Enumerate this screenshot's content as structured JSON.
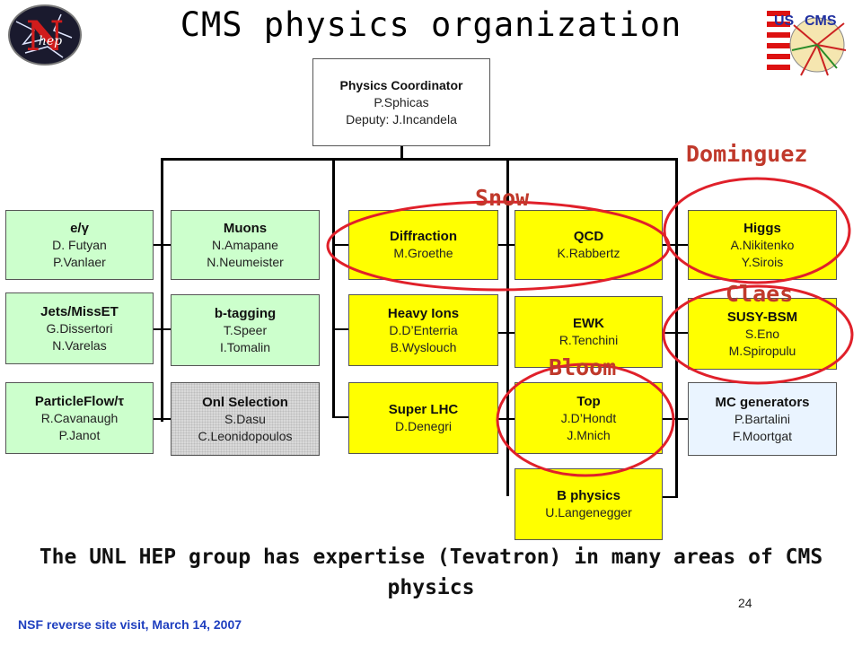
{
  "title": "CMS physics organization",
  "coordinator": {
    "heading": "Physics Coordinator",
    "name": "P.Sphicas",
    "deputy": "Deputy: J.Incandela"
  },
  "groups": {
    "egamma": {
      "heading": "e/γ",
      "members": [
        "D. Futyan",
        "P.Vanlaer"
      ]
    },
    "jets": {
      "heading": "Jets/MissET",
      "members": [
        "G.Dissertori",
        "N.Varelas"
      ]
    },
    "pflow": {
      "heading": "ParticleFlow/τ",
      "members": [
        "R.Cavanaugh",
        "P.Janot"
      ]
    },
    "muons": {
      "heading": "Muons",
      "members": [
        "N.Amapane",
        "N.Neumeister"
      ]
    },
    "btag": {
      "heading": "b-tagging",
      "members": [
        "T.Speer",
        "I.Tomalin"
      ]
    },
    "onl": {
      "heading": "Onl Selection",
      "members": [
        "S.Dasu",
        "C.Leonidopoulos"
      ]
    },
    "diffraction": {
      "heading": "Diffraction",
      "members": [
        "M.Groethe"
      ]
    },
    "heavyions": {
      "heading": "Heavy Ions",
      "members": [
        "D.D’Enterria",
        "B.Wyslouch"
      ]
    },
    "superlhc": {
      "heading": "Super LHC",
      "members": [
        "D.Denegri"
      ]
    },
    "qcd": {
      "heading": "QCD",
      "members": [
        "K.Rabbertz"
      ]
    },
    "ewk": {
      "heading": "EWK",
      "members": [
        "R.Tenchini"
      ]
    },
    "top": {
      "heading": "Top",
      "members": [
        "J.D’Hondt",
        "J.Mnich"
      ]
    },
    "bphys": {
      "heading": "B physics",
      "members": [
        "U.Langenegger"
      ]
    },
    "higgs": {
      "heading": "Higgs",
      "members": [
        "A.Nikitenko",
        "Y.Sirois"
      ]
    },
    "susy": {
      "heading": "SUSY-BSM",
      "members": [
        "S.Eno",
        "M.Spiropulu"
      ]
    },
    "mcgen": {
      "heading": "MC generators",
      "members": [
        "P.Bartalini",
        "F.Moortgat"
      ]
    }
  },
  "annotations": {
    "dominguez": "Dominguez",
    "snow": "Snow",
    "claes": "Claes",
    "bloom": "Bloom"
  },
  "footer": {
    "statement": "The UNL HEP group has expertise (Tevatron) in many areas of CMS physics",
    "event": "NSF reverse site visit, March 14, 2007",
    "page": "24"
  },
  "logos": {
    "left": "N hep",
    "right": "US CMS"
  },
  "colors": {
    "annotation": "#c0392b",
    "ellipse": "#e0202a",
    "footer_text": "#1f3fbf",
    "box_green": "#ccffcc",
    "box_yellow": "#ffff00"
  }
}
